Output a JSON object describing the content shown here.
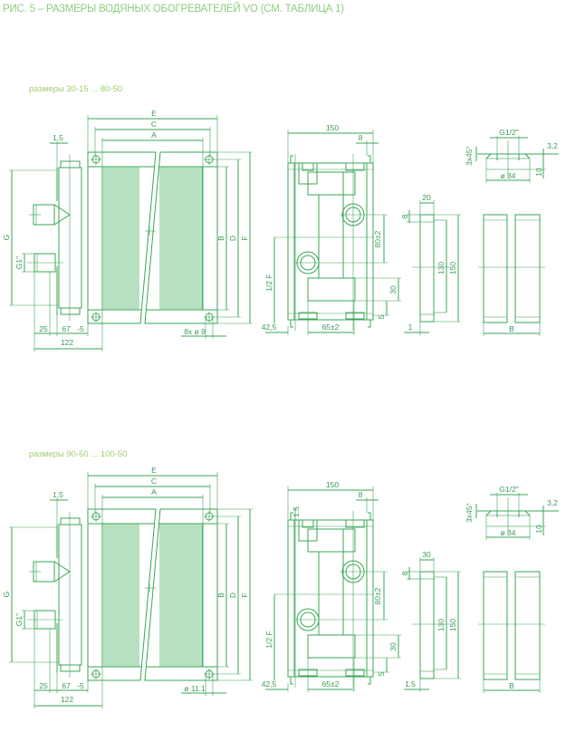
{
  "title": "РИС. 5 – РАЗМЕРЫ ВОДЯНЫХ ОБОГРЕВАТЕЛЕЙ VO (СМ. ТАБЛИЦА 1)",
  "colors": {
    "line": "#3aa655",
    "heading": "#8ccf7e"
  },
  "drawings": [
    {
      "subtitle": "размеры 30-15 ... 80-50",
      "labels": {
        "E": "E",
        "C": "C",
        "A": "A",
        "B": "B",
        "D": "D",
        "F": "F",
        "G": "G",
        "G1": "G1\"",
        "t15": "1,5",
        "d25": "25",
        "d67": "67",
        "dm5": "-5",
        "d122": "122",
        "holes": "8x ø 9",
        "s150": "150",
        "s8": "8",
        "d80": "80±2",
        "half": "1/2 F",
        "d30": "30",
        "d5": "5",
        "d42": "42,5",
        "d65": "65±2",
        "pw": "20",
        "p8": "8",
        "p130": "130",
        "p150": "150",
        "p1": "1",
        "sb": "B",
        "fg": "G1/2\"",
        "fc": "3x45°",
        "f32": "3,2",
        "f10": "10",
        "f34": "ø 34"
      }
    },
    {
      "subtitle": "размеры 90-50 ... 100-50",
      "labels": {
        "E": "E",
        "C": "C",
        "A": "A",
        "B": "B",
        "D": "D",
        "F": "F",
        "G": "G",
        "G1": "G1\"",
        "t15": "1,5",
        "d25": "25",
        "d67": "67",
        "dm5": "-5",
        "d122": "122",
        "holes": "ø 11.1",
        "s150": "150",
        "s8": "8",
        "s15": "1.5",
        "d80": "80±2",
        "half": "1/2 F",
        "d30": "30",
        "d5": "5",
        "d42": "42,5",
        "d65": "65±2",
        "pw": "30",
        "p8": "8",
        "p130": "130",
        "p150": "150",
        "p1": "1.5",
        "sb": "B",
        "fg": "G1/2\"",
        "fc": "3x45°",
        "f32": "3,2",
        "f10": "10",
        "f34": "ø 34"
      }
    }
  ]
}
